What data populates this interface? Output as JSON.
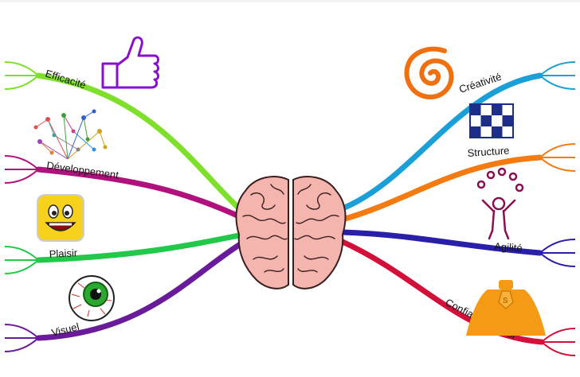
{
  "center": {
    "icon": "brain-icon"
  },
  "branches": [
    {
      "key": "efficacite",
      "label": "Efficacité",
      "color": "#7ee02a",
      "icon": "thumbs-up-icon"
    },
    {
      "key": "developpement",
      "label": "Développement",
      "color": "#b0117d",
      "icon": "network-tree-icon"
    },
    {
      "key": "plaisir",
      "label": "Plaisir",
      "color": "#22c84a",
      "icon": "smiley-icon"
    },
    {
      "key": "visuel",
      "label": "Visuel",
      "color": "#6a1b9a",
      "icon": "eye-icon"
    },
    {
      "key": "creativite",
      "label": "Créativité",
      "color": "#1a9fd6",
      "icon": "spiral-icon"
    },
    {
      "key": "structure",
      "label": "Structure",
      "color": "#f47b10",
      "icon": "grid-icon"
    },
    {
      "key": "agilite",
      "label": "Agilité",
      "color": "#2a1fa8",
      "icon": "juggler-icon"
    },
    {
      "key": "confiance",
      "label": "Confiance en soi",
      "color": "#d3103a",
      "icon": "superhero-cape-icon"
    }
  ]
}
